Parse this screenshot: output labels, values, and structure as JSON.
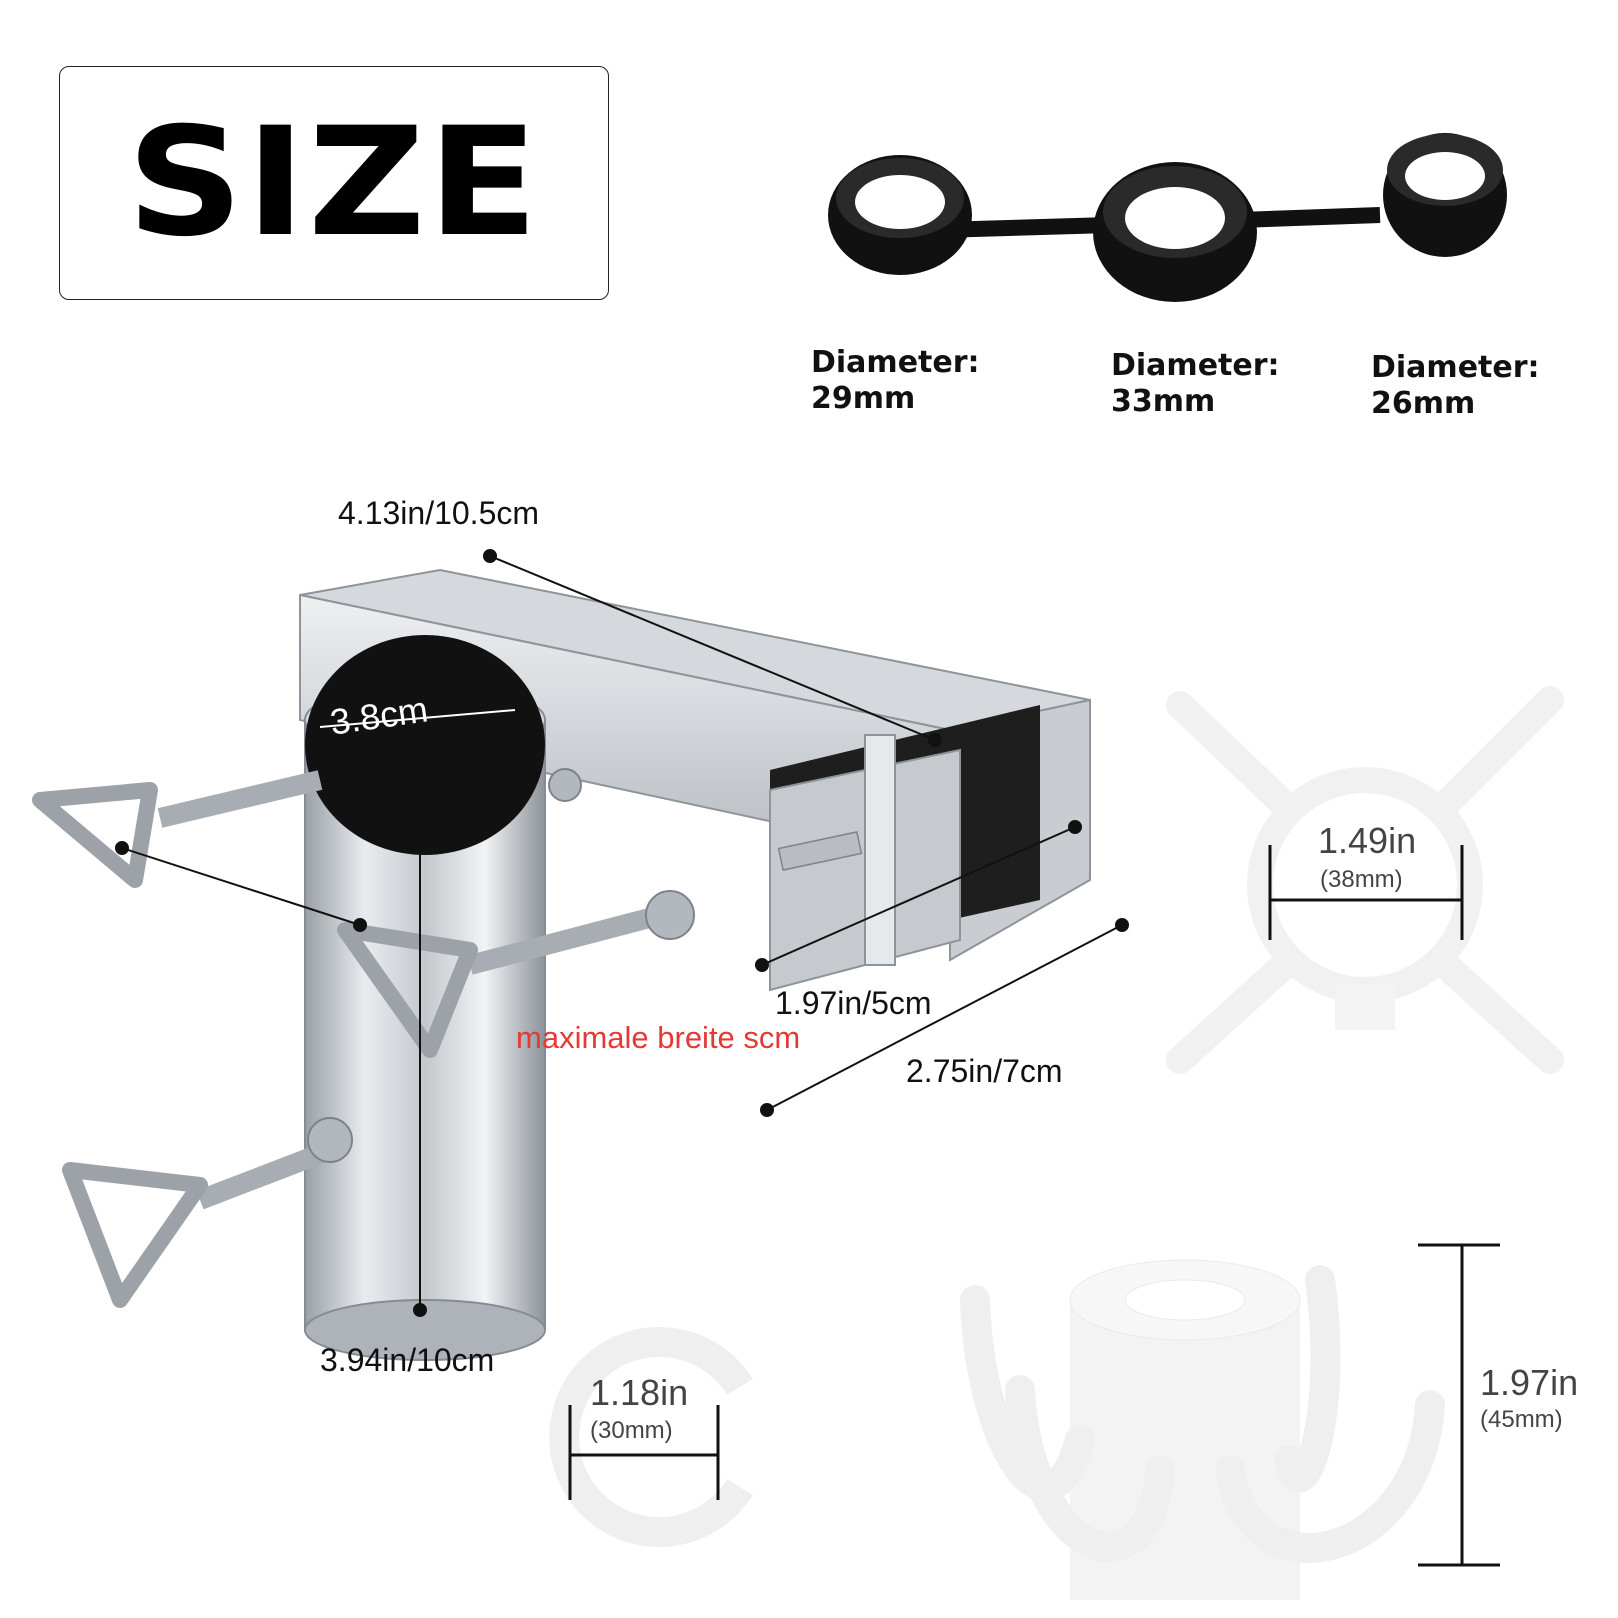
{
  "title": "SIZE",
  "rings": [
    {
      "label": "Diameter:",
      "value": "29mm"
    },
    {
      "label": "Diameter:",
      "value": "33mm"
    },
    {
      "label": "Diameter:",
      "value": "26mm"
    }
  ],
  "dimensions": {
    "length": "4.13in/10.5cm",
    "tube_top": "3.8cm",
    "width_small": "1.97in/5cm",
    "max_width_note": "maximale breite scm",
    "depth": "2.75in/7cm",
    "height": "3.94in/10cm"
  },
  "adapters": {
    "cross": {
      "in": "1.49in",
      "mm": "(38mm)"
    },
    "ring": {
      "in": "1.18in",
      "mm": "(30mm)"
    },
    "hook": {
      "in": "1.97in",
      "mm": "(45mm)"
    }
  }
}
